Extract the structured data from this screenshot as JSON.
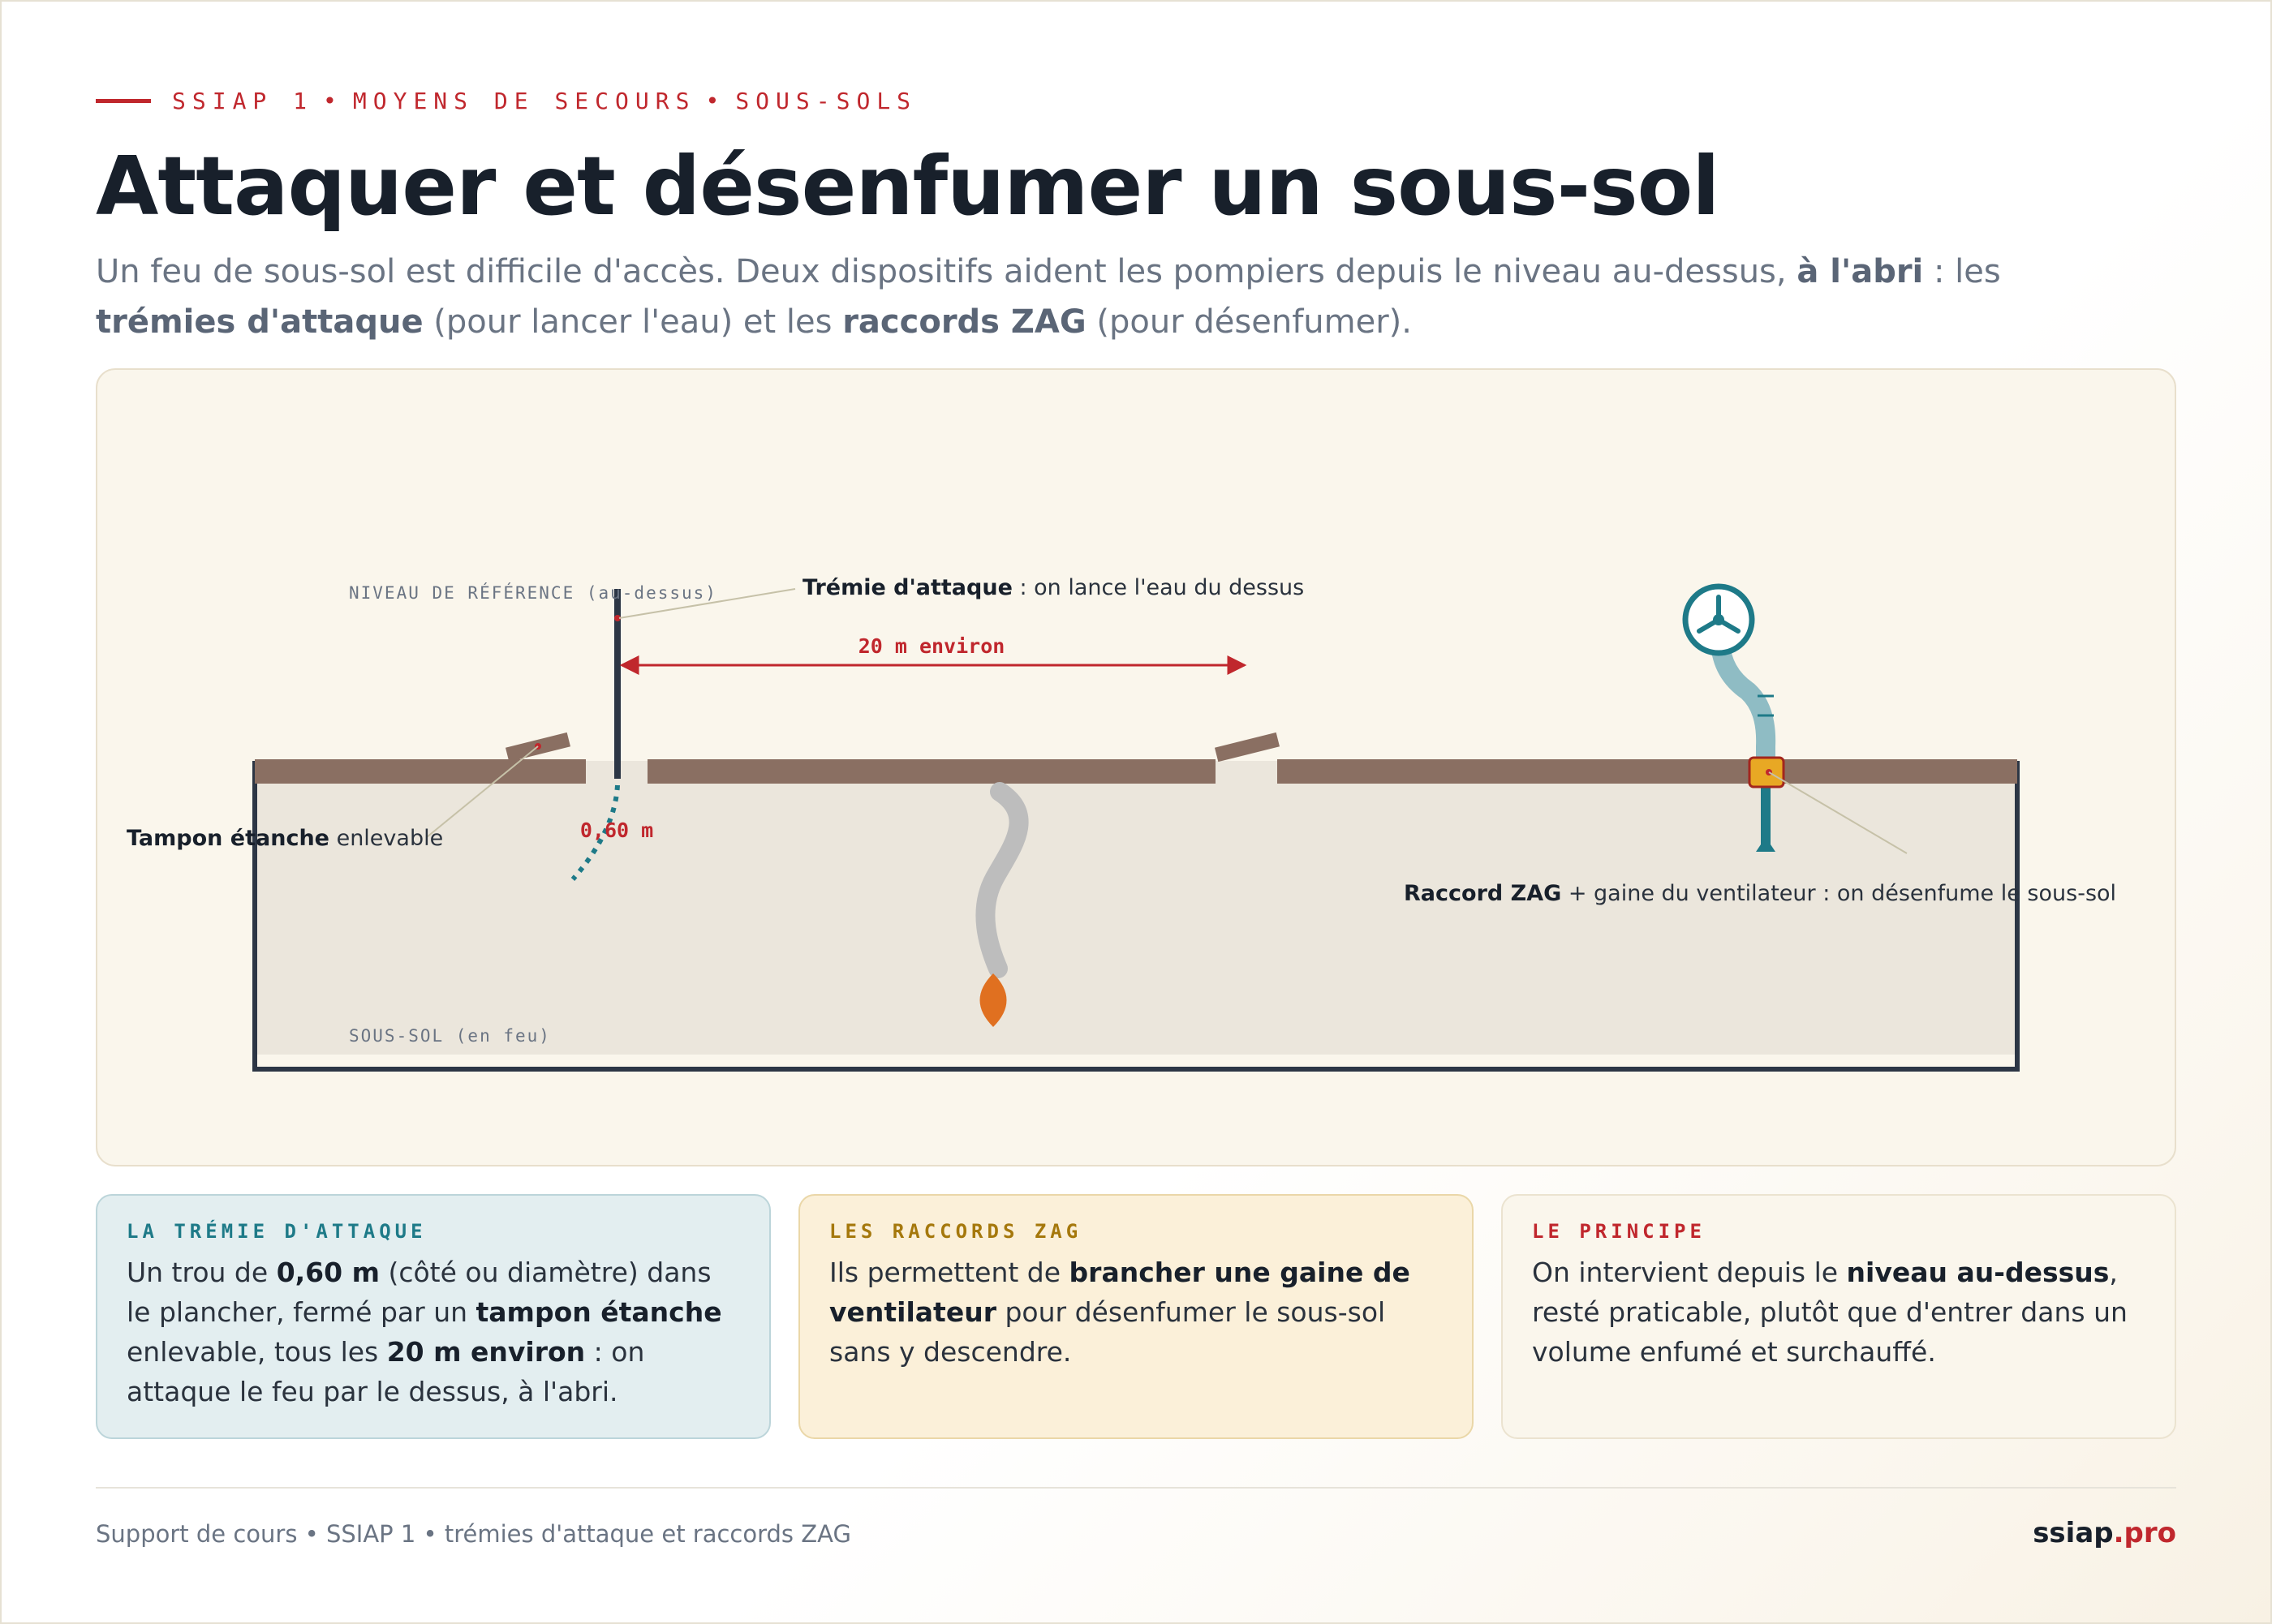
{
  "header": {
    "kicker": [
      "SSIAP 1",
      "•",
      "MOYENS DE SECOURS",
      "•",
      "SOUS-SOLS"
    ],
    "title": "Attaquer et désenfumer un sous-sol",
    "lead": {
      "t1": "Un feu de sous-sol est difficile d'accès. Deux dispositifs aident les pompiers depuis le niveau au-dessus, ",
      "b1": "à l'abri",
      "t2": " : les ",
      "b2": "trémies d'attaque",
      "t3": " (pour lancer l'eau) et les ",
      "b3": "raccords ZAG",
      "t4": " (pour désenfumer)."
    }
  },
  "diagram": {
    "level_label": "NIVEAU DE RÉFÉRENCE (au-dessus)",
    "basement_label": "SOUS-SOL (en feu)",
    "spacing_label": "20 m environ",
    "opening_label": "0,60 m",
    "tremie_bold": "Trémie d'attaque",
    "tremie_rest": " : on lance l'eau du dessus",
    "tampon_bold": "Tampon étanche",
    "tampon_rest": " enlevable",
    "zag_bold": "Raccord ZAG",
    "zag_rest": " + gaine du ventilateur : on désenfume le sous-sol",
    "colors": {
      "red": "#c0272d",
      "slab": "#8a6f62",
      "wall": "#2c3645",
      "teal": "#1e7a88",
      "flame": "#e07020",
      "zag": "#e8a824"
    }
  },
  "cards": [
    {
      "title": "LA TRÉMIE D'ATTAQUE",
      "t1": "Un trou de ",
      "b1": "0,60 m",
      "t2": " (côté ou diamètre) dans le plancher, fermé par un ",
      "b2": "tampon étanche",
      "t3": " enlevable, tous les ",
      "b3": "20 m environ",
      "t4": " : on attaque le feu par le dessus, à l'abri."
    },
    {
      "title": "LES RACCORDS ZAG",
      "t1": "Ils permettent de ",
      "b1": "brancher une gaine de ventilateur",
      "t2": " pour désenfumer le sous-sol sans y descendre."
    },
    {
      "title": "LE PRINCIPE",
      "t1": "On intervient depuis le ",
      "b1": "niveau au-dessus",
      "t2": ", resté praticable, plutôt que d'entrer dans un volume enfumé et surchauffé."
    }
  ],
  "footer": {
    "caption": "Support de cours • SSIAP 1 • trémies d'attaque et raccords ZAG",
    "brand_name": "ssiap",
    "brand_tld": ".pro"
  }
}
